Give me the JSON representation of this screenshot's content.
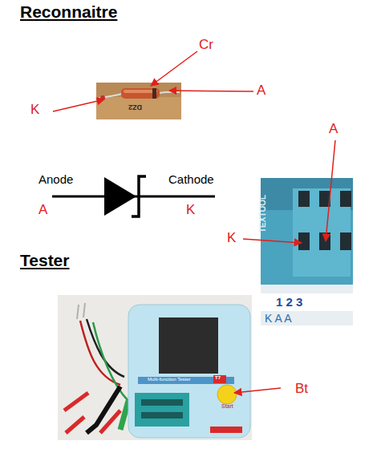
{
  "diagram": {
    "labels": [
      "Reconnaitre",
      "Cr",
      "A",
      "K",
      "DZ2",
      "Anode",
      "Cathode",
      "A",
      "K",
      "A",
      "K",
      "TEXTOOL",
      "1 2 3",
      "K A A",
      "Tester",
      "Multi-function Tester",
      "T7",
      "Start",
      "Bt"
    ]
  }
}
